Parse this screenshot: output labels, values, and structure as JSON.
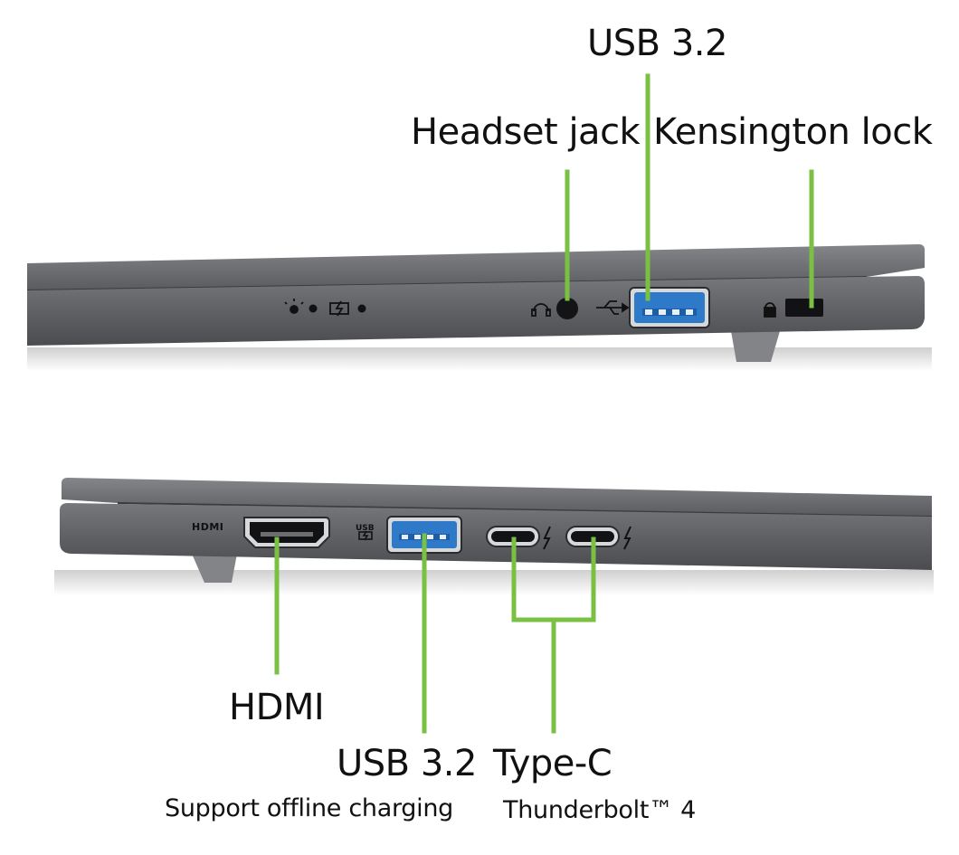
{
  "colors": {
    "accent_line": "#7ac143",
    "laptop_body": "#5e5f63",
    "laptop_lid": "#6c6d71",
    "port_dark": "#1c1c1e",
    "usb_blue": "#2f79c9",
    "background": "#ffffff"
  },
  "right_side": {
    "labels": {
      "usb": "USB 3.2",
      "headset": "Headset jack",
      "kensington": "Kensington lock"
    },
    "icons": [
      "led-power-icon",
      "battery-charge-icon",
      "headset-icon",
      "usb-symbol-icon",
      "kensington-lock-icon"
    ]
  },
  "left_side": {
    "labels": {
      "hdmi": "HDMI",
      "usb": "USB 3.2",
      "usb_note": "Support offline charging",
      "typec": "Type-C",
      "typec_note": "Thunderbolt™ 4"
    },
    "icons": [
      "hdmi-logo-icon",
      "usb-charge-icon",
      "thunderbolt-icon"
    ]
  }
}
